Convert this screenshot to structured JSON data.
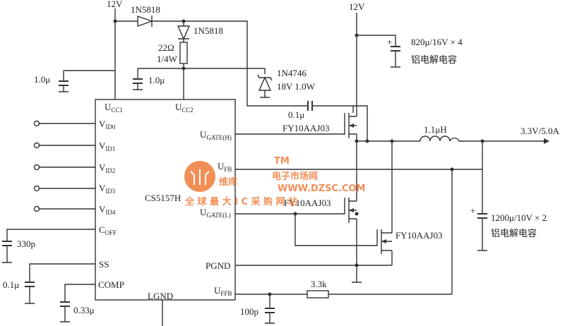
{
  "supply": {
    "left": "12V",
    "right": "12V"
  },
  "diodes": {
    "d1": "1N5818",
    "d2": "1N5818",
    "zener": "1N4746",
    "zener_rating": "18V 1.0W"
  },
  "resistor": {
    "value": "22Ω",
    "power": "1/4W"
  },
  "caps": {
    "c_left": "1.0μ",
    "c_mid": "1.0μ",
    "c_boot": "0.1μ",
    "c_off": "330p",
    "c_ss": "0.1μ",
    "c_comp": "0.33μ",
    "c_ffb": "100p",
    "c_in": "820μ/16V × 4",
    "c_in_type": "铝电解电容",
    "c_out": "1200μ/10V × 2",
    "c_out_type": "铝电解电容"
  },
  "ic": {
    "name": "CS5157H",
    "ucc1": {
      "main": "U",
      "sub": "CC1"
    },
    "ucc2": {
      "main": "U",
      "sub": "CC2"
    },
    "vid": [
      {
        "main": "V",
        "sub": "ID0"
      },
      {
        "main": "V",
        "sub": "ID1"
      },
      {
        "main": "V",
        "sub": "ID2"
      },
      {
        "main": "V",
        "sub": "ID3"
      },
      {
        "main": "V",
        "sub": "ID4"
      }
    ],
    "coff": {
      "main": "C",
      "sub": "OFF"
    },
    "ss": "SS",
    "comp": "COMP",
    "lgnd": "LGND",
    "ugate_h": {
      "main": "U",
      "sub": "GATE(H)"
    },
    "ufb": {
      "main": "U",
      "sub": "FB"
    },
    "ugate_l": {
      "main": "U",
      "sub": "GATE(L)"
    },
    "pgnd": "PGND",
    "uffb": {
      "main": "U",
      "sub": "FFB"
    }
  },
  "mosfets": {
    "high": "FY10AAJ03",
    "low1": "FY10AAJ03",
    "low2": "FY10AAJ03"
  },
  "inductor": "1.1μH",
  "feedback_resistor": "3.3k",
  "output": "3.3V/5.0A",
  "watermark": {
    "brand": "维库",
    "name": "电子市场网",
    "tm": "TM",
    "url": "WWW.DZSC.COM",
    "slogan": "全 球 最 大 I C 采 购 网 站"
  }
}
